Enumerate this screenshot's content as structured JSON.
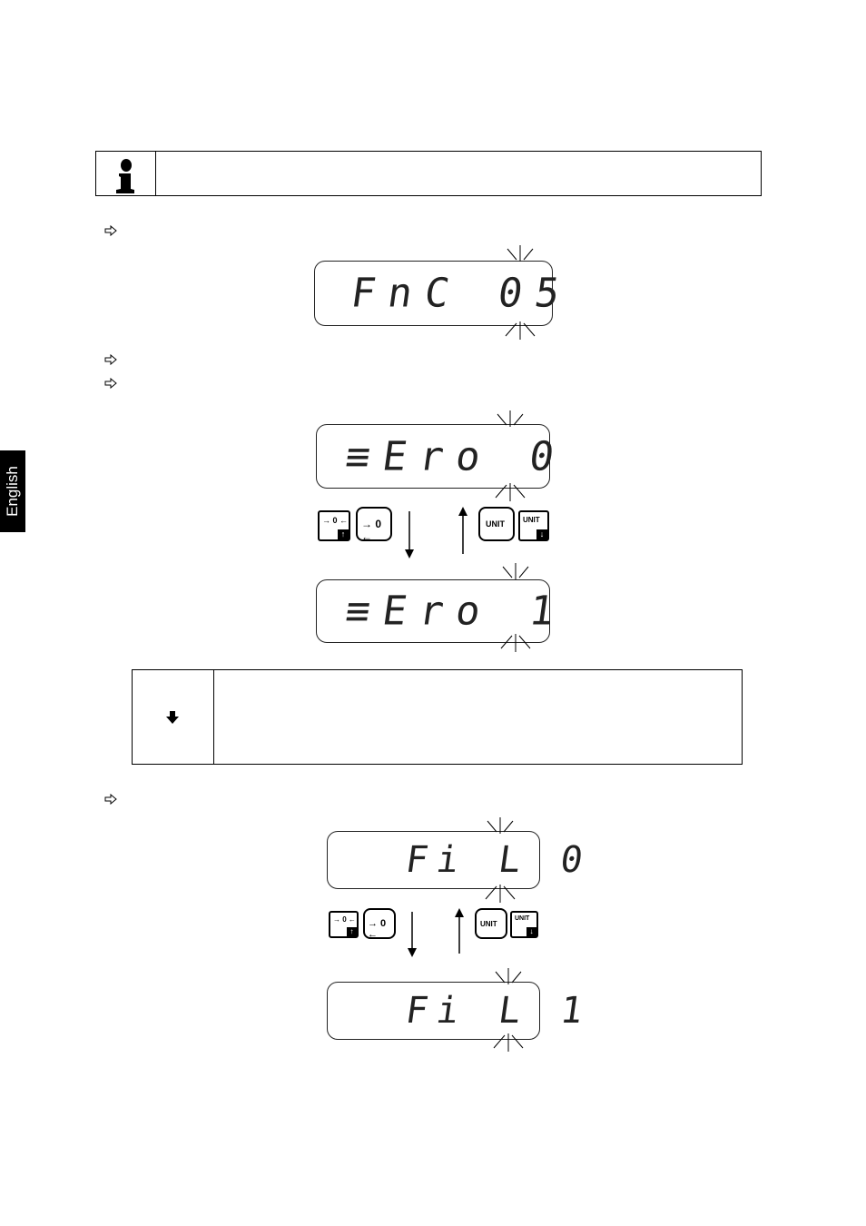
{
  "sidebar": {
    "language_tab": "English"
  },
  "info_box": {
    "icon": "info-icon",
    "text": ""
  },
  "steps": [
    {
      "icon": "hollow-right-arrow-icon",
      "text": ""
    },
    {
      "icon": "hollow-right-arrow-icon",
      "text": ""
    },
    {
      "icon": "hollow-right-arrow-icon",
      "text": ""
    },
    {
      "icon": "hollow-right-arrow-icon",
      "text": ""
    }
  ],
  "displays": {
    "fnc05": "FnC 05",
    "zero0": "≡Ero 0",
    "zero1": "≡Ero 1",
    "fil0": "  Fi L 0",
    "fil1": "  Fi L 1"
  },
  "keys": {
    "tare_small": "→ 0 ←",
    "tare_large": "→ 0 ←",
    "unit_large": "UNIT",
    "unit_small": "UNIT"
  },
  "note_box": {
    "icon": "down-arrow-icon",
    "text": ""
  }
}
